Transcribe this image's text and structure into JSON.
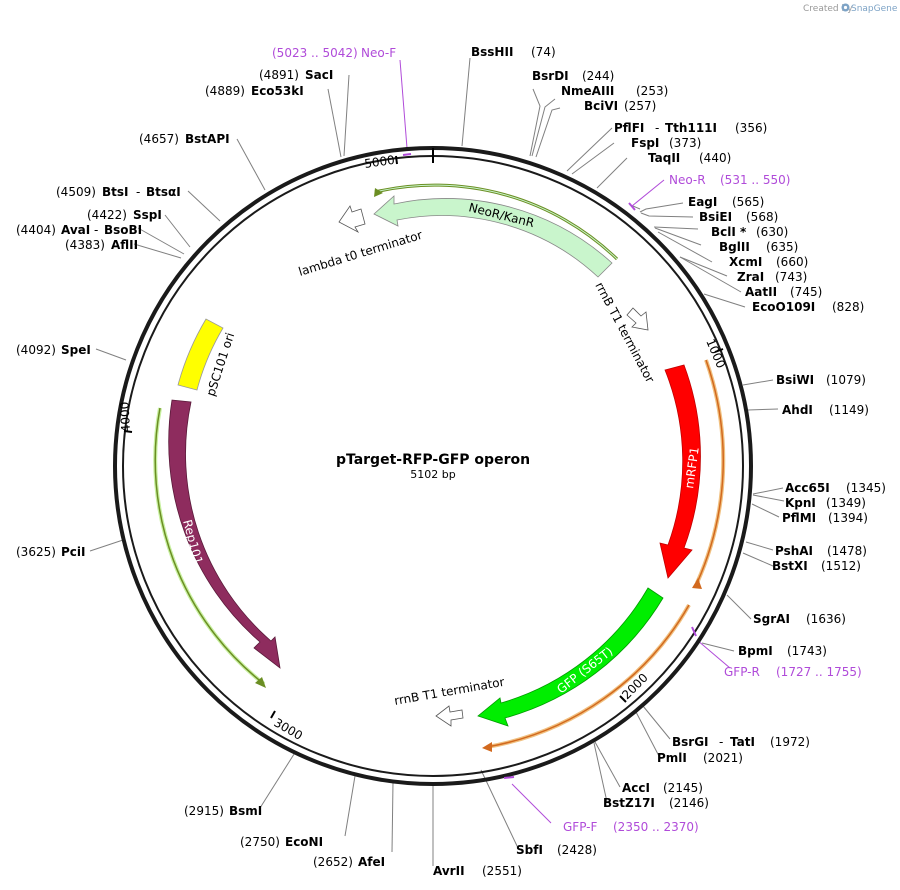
{
  "header": {
    "created_by": "Created by",
    "brand": "SnapGene",
    "brand_icon": "snapgene-logo-icon"
  },
  "map": {
    "title": "pTarget-RFP-GFP operon",
    "subtitle": "5102 bp",
    "total_bp": 5102,
    "colors": {
      "backbone": "#1a1a1a",
      "label_line": "#808080",
      "primer": "#b04bd9",
      "neo_kan": "#c9f5cc",
      "rfp": "#ff0000",
      "gfp": "#00ee00",
      "rep101": "#8e2c5e",
      "psc101_ori": "#ffff00",
      "terminator": "#ffffff",
      "orf_green": "#6b8e23",
      "orf_orange": "#d2691e"
    },
    "ticks": [
      {
        "bp": 1000,
        "label": "1000"
      },
      {
        "bp": 2000,
        "label": "2000"
      },
      {
        "bp": 3000,
        "label": "3000"
      },
      {
        "bp": 4000,
        "label": "4000"
      },
      {
        "bp": 5000,
        "label": "5000"
      }
    ],
    "enzymes": [
      {
        "name": "BssHII",
        "pos": "(74)"
      },
      {
        "name": "BsrDI",
        "pos": "(244)"
      },
      {
        "name": "NmeAIII",
        "pos": "(253)"
      },
      {
        "name": "BciVI",
        "pos": "(257)"
      },
      {
        "name": "PflFI",
        "name2": "Tth111I",
        "pos": "(356)"
      },
      {
        "name": "FspI",
        "pos": "(373)"
      },
      {
        "name": "TaqII",
        "pos": "(440)"
      },
      {
        "name": "EagI",
        "pos": "(565)"
      },
      {
        "name": "BsiEI",
        "pos": "(568)"
      },
      {
        "name": "BclI *",
        "pos": "(630)"
      },
      {
        "name": "BglII",
        "pos": "(635)"
      },
      {
        "name": "XcmI",
        "pos": "(660)"
      },
      {
        "name": "ZraI",
        "pos": "(743)"
      },
      {
        "name": "AatII",
        "pos": "(745)"
      },
      {
        "name": "EcoO109I",
        "pos": "(828)"
      },
      {
        "name": "BsiWI",
        "pos": "(1079)"
      },
      {
        "name": "AhdI",
        "pos": "(1149)"
      },
      {
        "name": "Acc65I",
        "pos": "(1345)"
      },
      {
        "name": "KpnI",
        "pos": "(1349)"
      },
      {
        "name": "PflMI",
        "pos": "(1394)"
      },
      {
        "name": "PshAI",
        "pos": "(1478)"
      },
      {
        "name": "BstXI",
        "pos": "(1512)"
      },
      {
        "name": "SgrAI",
        "pos": "(1636)"
      },
      {
        "name": "BpmI",
        "pos": "(1743)"
      },
      {
        "name": "BsrGI",
        "name2": "TatI",
        "pos": "(1972)"
      },
      {
        "name": "PmlI",
        "pos": "(2021)"
      },
      {
        "name": "AccI",
        "pos": "(2145)"
      },
      {
        "name": "BstZ17I",
        "pos": "(2146)"
      },
      {
        "name": "SbfI",
        "pos": "(2428)"
      },
      {
        "name": "AvrII",
        "pos": "(2551)"
      },
      {
        "name": "AfeI",
        "pos": "(2652)"
      },
      {
        "name": "EcoNI",
        "pos": "(2750)"
      },
      {
        "name": "BsmI",
        "pos": "(2915)"
      },
      {
        "name": "PciI",
        "pos": "(3625)"
      },
      {
        "name": "SpeI",
        "pos": "(4092)"
      },
      {
        "name": "AflII",
        "pos": "(4383)"
      },
      {
        "name": "AvaI",
        "name2": "BsoBI",
        "pos": "(4404)"
      },
      {
        "name": "SspI",
        "pos": "(4422)"
      },
      {
        "name": "BtsI",
        "name2": "BtsαI",
        "pos": "(4509)"
      },
      {
        "name": "BstAPI",
        "pos": "(4657)"
      },
      {
        "name": "Eco53kI",
        "pos": "(4889)"
      },
      {
        "name": "SacI",
        "pos": "(4891)"
      }
    ],
    "primers": [
      {
        "name": "Neo-F",
        "range": "(5023 .. 5042)"
      },
      {
        "name": "Neo-R",
        "range": "(531 .. 550)"
      },
      {
        "name": "GFP-R",
        "range": "(1727 .. 1755)"
      },
      {
        "name": "GFP-F",
        "range": "(2350 .. 2370)"
      }
    ],
    "features": [
      {
        "name": "NeoR/KanR",
        "type": "CDS",
        "color": "neo_kan"
      },
      {
        "name": "mRFP1",
        "type": "CDS",
        "color": "rfp"
      },
      {
        "name": "GFP (S65T)",
        "type": "CDS",
        "color": "gfp"
      },
      {
        "name": "Rep101",
        "type": "CDS",
        "color": "rep101"
      },
      {
        "name": "pSC101 ori",
        "type": "rep_origin",
        "color": "psc101_ori"
      },
      {
        "name": "lambda t0 terminator",
        "type": "terminator"
      },
      {
        "name": "rrnB T1 terminator",
        "type": "terminator"
      },
      {
        "name": "rrnB T1 terminator",
        "type": "terminator"
      }
    ]
  }
}
